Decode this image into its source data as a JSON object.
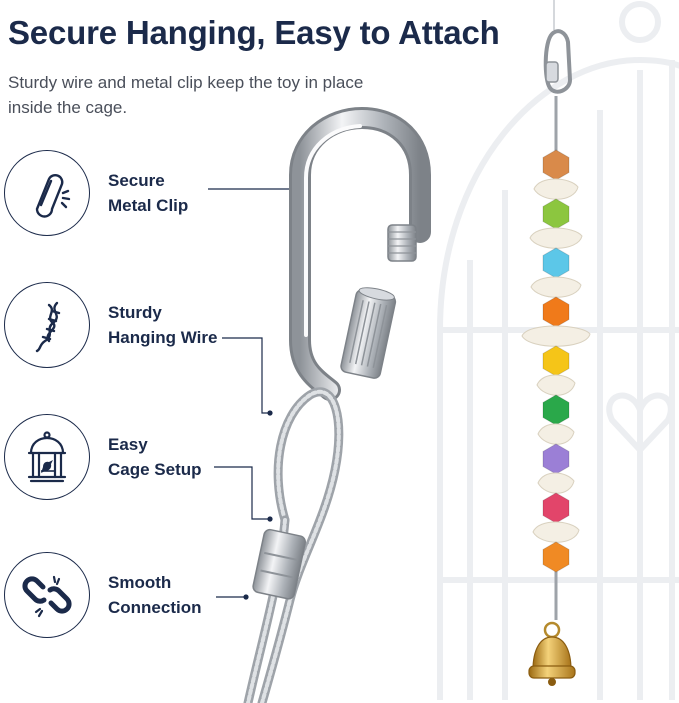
{
  "header": {
    "title": "Secure Hanging, Easy to Attach",
    "subtitle": "Sturdy wire and metal clip keep the toy in place inside the cage."
  },
  "features": [
    {
      "line1": "Secure",
      "line2": "Metal Clip",
      "icon": "carabiner-icon"
    },
    {
      "line1": "Sturdy",
      "line2": "Hanging Wire",
      "icon": "twisted-wire-icon"
    },
    {
      "line1": "Easy",
      "line2": "Cage Setup",
      "icon": "birdcage-icon"
    },
    {
      "line1": "Smooth",
      "line2": "Connection",
      "icon": "chain-link-icon"
    }
  ],
  "colors": {
    "heading": "#1b2a4a",
    "text": "#4a4f5a",
    "metal": "#b9bdc2",
    "beads": [
      "#d98a4a",
      "#8cc63f",
      "#5cc7e8",
      "#f07a1a",
      "#f5c518",
      "#2aa84a",
      "#9b7fd6",
      "#e2456a",
      "#f08a24"
    ]
  }
}
